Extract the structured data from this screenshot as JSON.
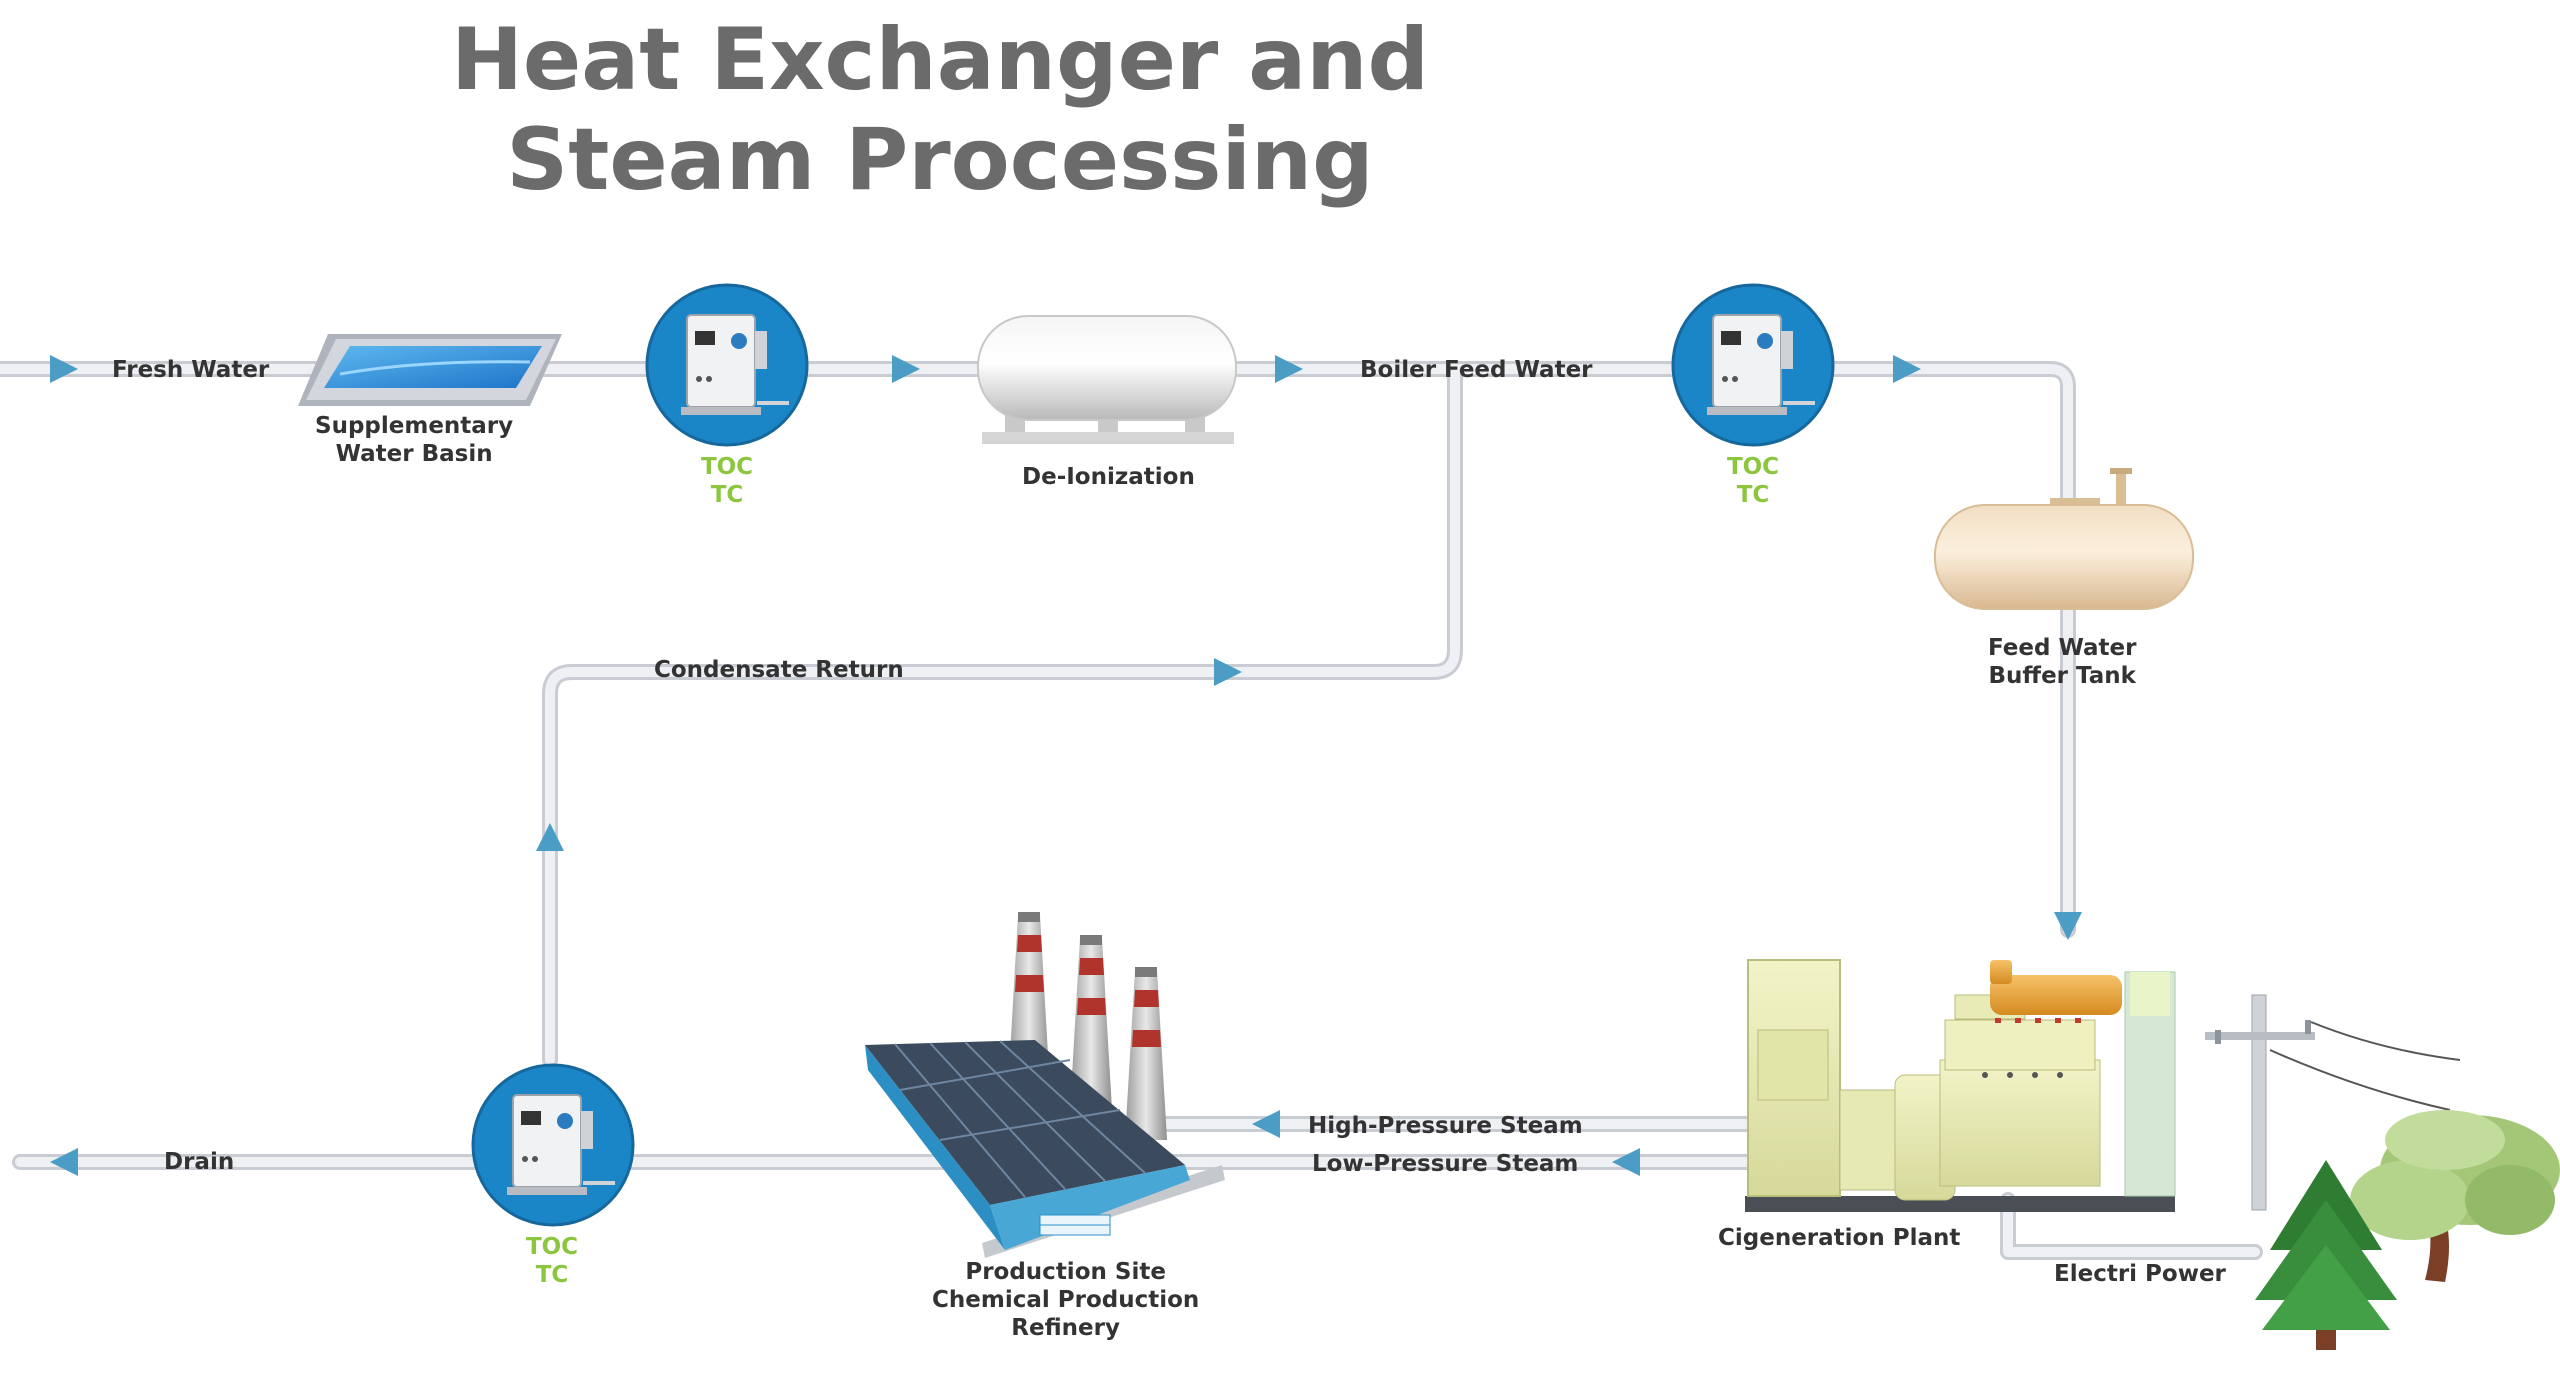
{
  "title": {
    "line1": "Heat Exchanger and",
    "line2": "Steam Processing"
  },
  "colors": {
    "pipe": "#dfe1e6",
    "arrow": "#4b9dc6",
    "controller_circle": "#1a86c8",
    "toc_label": "#8cc63f",
    "title": "#6b6b6b"
  },
  "flows": {
    "fresh_water": "Fresh Water",
    "boiler_feed_water": "Boiler Feed Water",
    "condensate_return": "Condensate Return",
    "high_pressure_steam": "High-Pressure Steam",
    "low_pressure_steam": "Low-Pressure Steam",
    "drain": "Drain",
    "electric_power": "Electri Power"
  },
  "equipment": {
    "water_basin": {
      "line1": "Supplementary",
      "line2": "Water Basin"
    },
    "deionization": "De-Ionization",
    "buffer_tank": {
      "line1": "Feed Water",
      "line2": "Buffer Tank"
    },
    "cogeneration": "Cigeneration Plant",
    "production": {
      "line1": "Production Site",
      "line2": "Chemical Production",
      "line3": "Refinery"
    }
  },
  "controllers": [
    {
      "line1": "TOC",
      "line2": "TC"
    },
    {
      "line1": "TOC",
      "line2": "TC"
    },
    {
      "line1": "TOC",
      "line2": "TC"
    }
  ]
}
